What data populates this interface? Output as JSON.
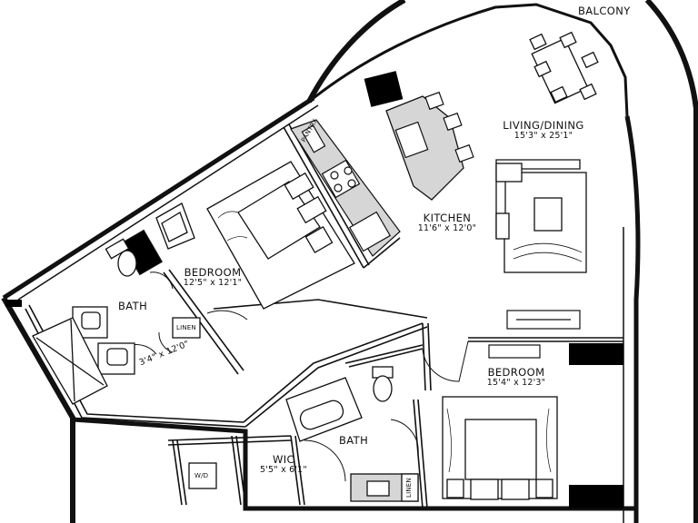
{
  "rooms": {
    "balcony": {
      "name": "BALCONY"
    },
    "living": {
      "name": "LIVING/DINING",
      "size": "15'3\" x 25'1\""
    },
    "kitchen": {
      "name": "KITCHEN",
      "size": "11'6\" x 12'0\""
    },
    "bedroom1": {
      "name": "BEDROOM",
      "size": "12'5\" x 12'1\""
    },
    "bath1": {
      "name": "BATH"
    },
    "closet1": {
      "size": "3'4\" x 12'0\""
    },
    "bedroom2": {
      "name": "BEDROOM",
      "size": "15'4\" x 12'3\""
    },
    "bath2": {
      "name": "BATH"
    },
    "wic": {
      "name": "WIC",
      "size": "5'5\" x 6'1\""
    }
  },
  "tags": {
    "pantry": "PANTRY",
    "linen1": "LINEN",
    "linen2": "LINEN",
    "wd": "W/D"
  },
  "colors": {
    "wall": "#111111",
    "fixture_fill": "#d6d6d6",
    "accent_block": "#000000"
  }
}
